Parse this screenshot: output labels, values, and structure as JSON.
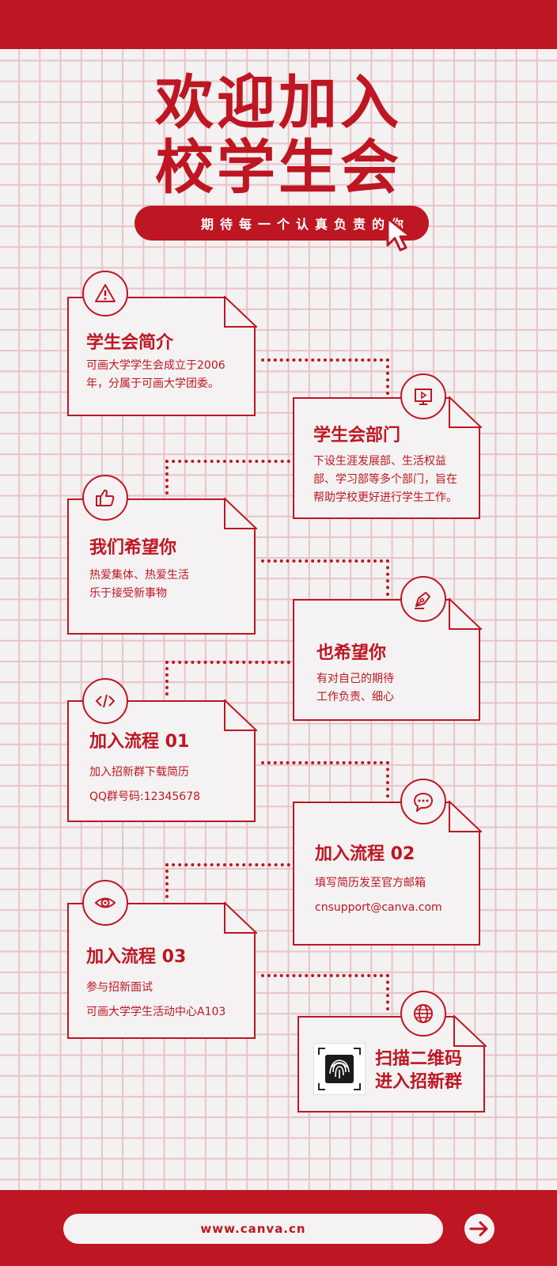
{
  "header": {
    "title_line1": "欢迎加入",
    "title_line2": "校学生会",
    "subtitle": "期待每一个认真负责的你"
  },
  "cards": [
    {
      "heading": "学生会简介",
      "lines": [
        "可画大学学生会成立于2006",
        "年，分属于可画大学团委。"
      ],
      "icon": "warning-icon"
    },
    {
      "heading": "学生会部门",
      "lines": [
        "下设生涯发展部、生活权益",
        "部、学习部等多个部门，旨在",
        "帮助学校更好进行学生工作。"
      ],
      "icon": "presentation-icon"
    },
    {
      "heading": "我们希望你",
      "lines": [
        "热爱集体、热爱生活",
        "乐于接受新事物"
      ],
      "icon": "thumbs-up-icon"
    },
    {
      "heading": "也希望你",
      "lines": [
        "有对自己的期待",
        "工作负责、细心"
      ],
      "icon": "pen-nib-icon"
    },
    {
      "heading": "加入流程 01",
      "lines": [
        "加入招新群下载简历",
        "QQ群号码:12345678"
      ],
      "icon": "code-icon"
    },
    {
      "heading": "加入流程 02",
      "lines": [
        "填写简历发至官方邮箱",
        "cnsupport@canva.com"
      ],
      "icon": "chat-icon"
    },
    {
      "heading": "加入流程 03",
      "lines": [
        "参与招新面试",
        "可画大学学生活动中心A103"
      ],
      "icon": "eye-icon"
    }
  ],
  "qr_card": {
    "line1": "扫描二维码",
    "line2": "进入招新群",
    "icon": "globe-icon",
    "qr_icon": "fingerprint-icon"
  },
  "footer": {
    "url": "www.canva.cn",
    "arrow_icon": "arrow-right-icon"
  },
  "colors": {
    "brand_red": "#be1622",
    "paper": "#f4f2f2",
    "grid": "#e8c3c6"
  }
}
